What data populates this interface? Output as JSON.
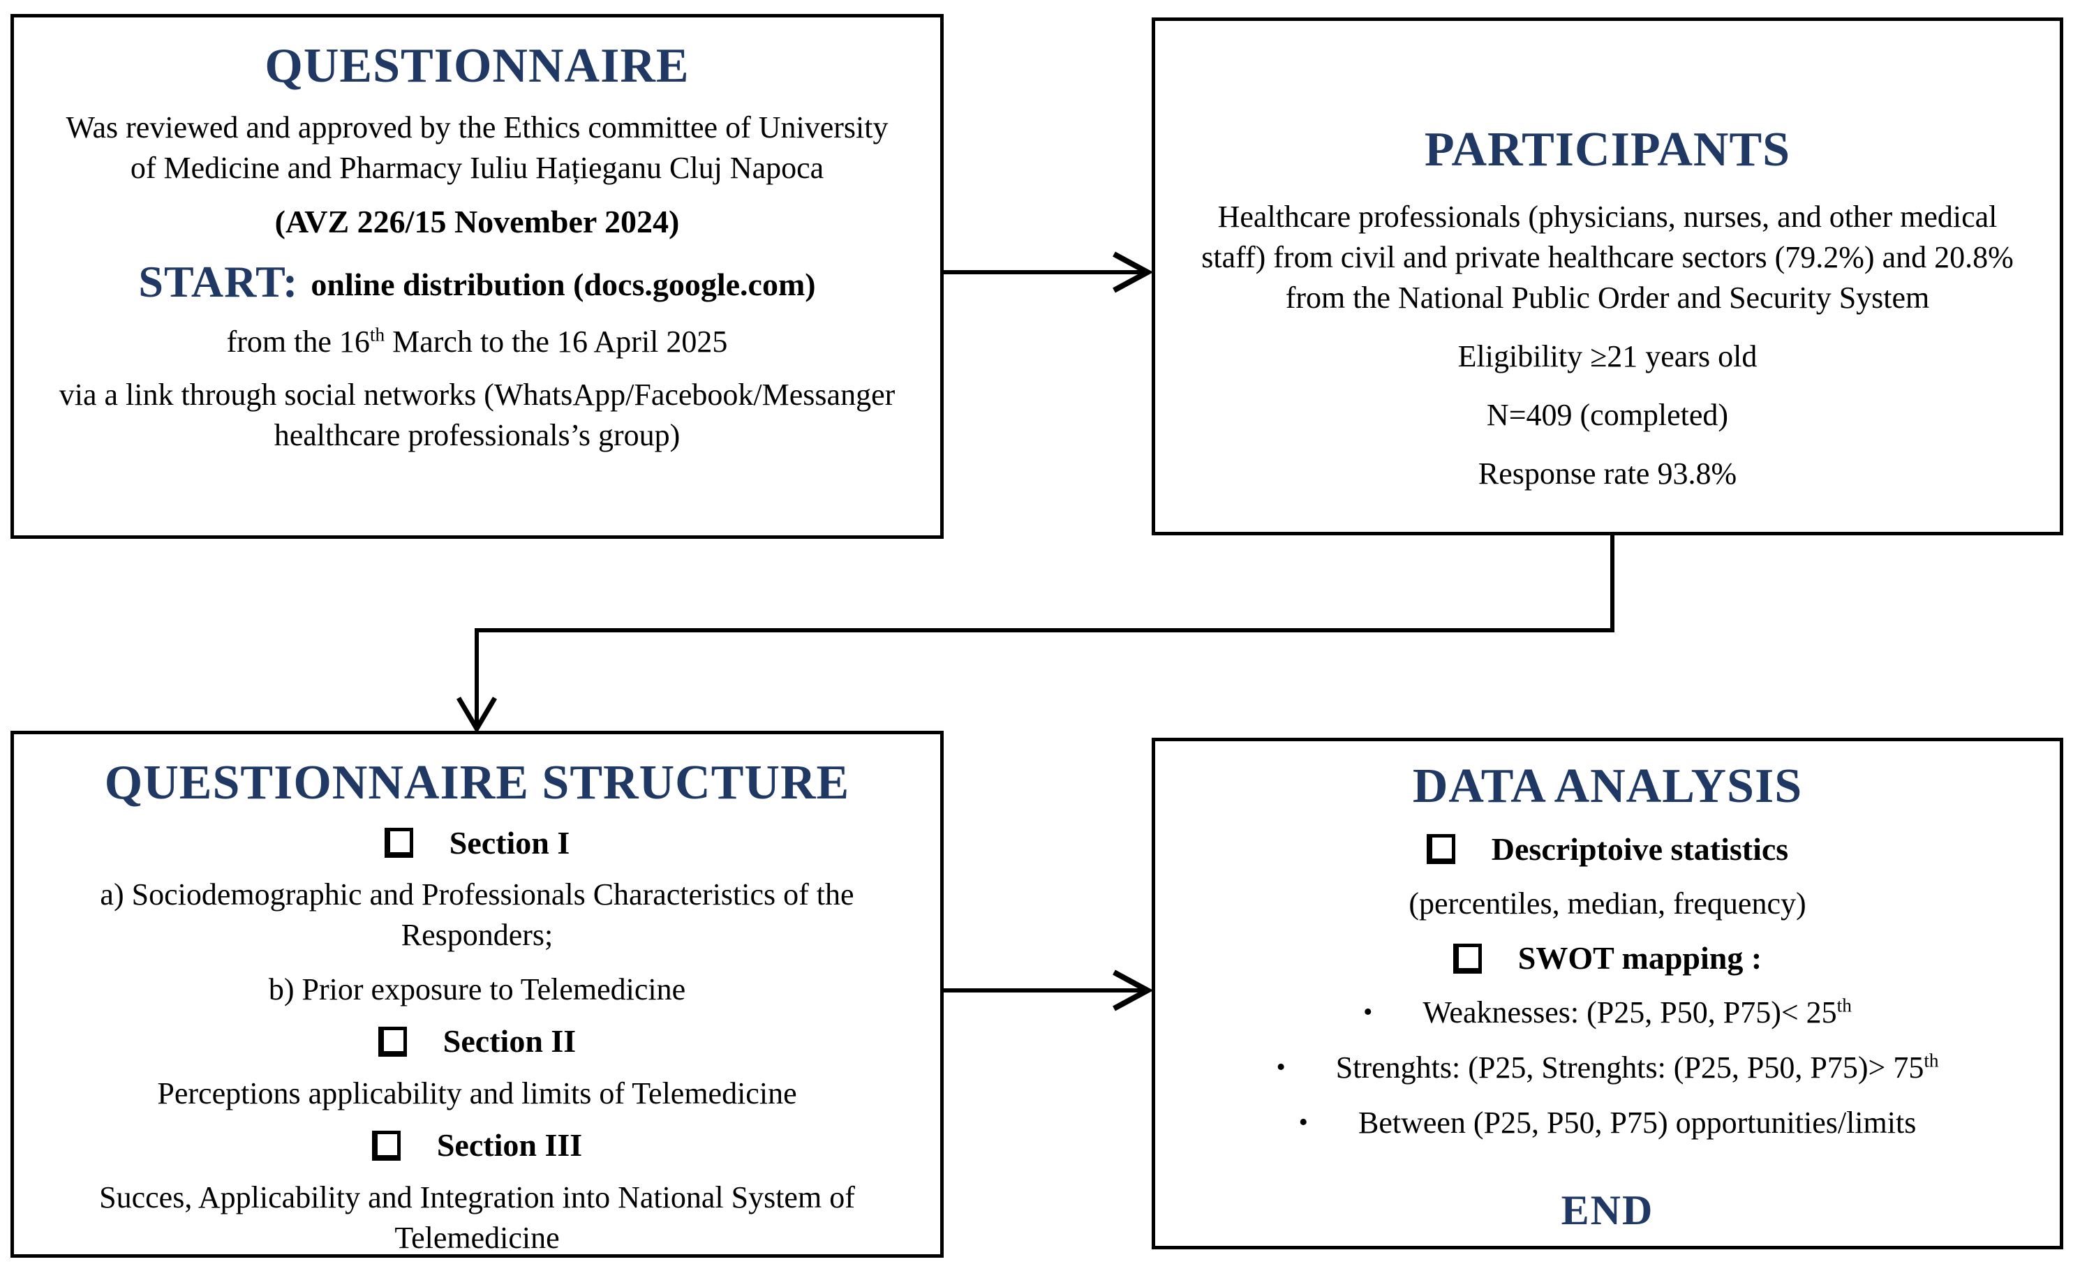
{
  "colors": {
    "heading": "#1f3864",
    "body_text": "#000000",
    "box_border": "#000000",
    "connector": "#000000",
    "background": "#ffffff"
  },
  "icons": {
    "bullet": "•",
    "checkbox": "hollow-square",
    "arrowhead": "open-chevron"
  },
  "questionnaire_box": {
    "title": "QUESTIONNAIRE",
    "review_text": "Was reviewed and approved  by the Ethics committee of University of Medicine and Pharmacy Iuliu Hațieganu Cluj Napoca",
    "approval_ref": "(AVZ 226/15 November 2024)",
    "start_label": "START:",
    "start_text": "online distribution (docs.google.com)",
    "period_prefix": "from the 16",
    "period_superscript": "th",
    "period_suffix": " March to the 16 April 2025",
    "distribution_text": "via a link through social networks (WhatsApp/Facebook/Messanger healthcare professionals’s group)"
  },
  "participants_box": {
    "title": "PARTICIPANTS",
    "description": "Healthcare professionals (physicians, nurses, and other medical staff) from civil and private healthcare sectors (79.2%) and 20.8% from the National Public Order and Security System",
    "eligibility": "Eligibility ≥21 years old",
    "sample_size": "N=409 (completed)",
    "response_rate": "Response rate 93.8%"
  },
  "structure_box": {
    "title": "QUESTIONNAIRE STRUCTURE",
    "section1_label": "Section I",
    "section1_item_a": "a) Sociodemographic and Professionals Characteristics of the Responders;",
    "section1_item_b": "b) Prior exposure to Telemedicine",
    "section2_label": "Section II",
    "section2_text": "Perceptions  applicability and limits of Telemedicine",
    "section3_label": "Section III",
    "section3_text": "Succes, Applicability and Integration  into National System of Telemedicine"
  },
  "analysis_box": {
    "title": "DATA ANALYSIS",
    "descriptive_label": "Descriptoive statistics",
    "descriptive_note": "(percentiles, median, frequency)",
    "swot_label": "SWOT mapping :",
    "bullets": [
      {
        "text": "Weaknesses: (P25, P50, P75)< 25",
        "superscript": "th"
      },
      {
        "text": "Strenghts: (P25, Strenghts: (P25, P50, P75)> 75",
        "superscript": "th"
      },
      {
        "text": "Between (P25, P50, P75) opportunities/limits",
        "superscript": ""
      }
    ],
    "end_label": "END"
  }
}
